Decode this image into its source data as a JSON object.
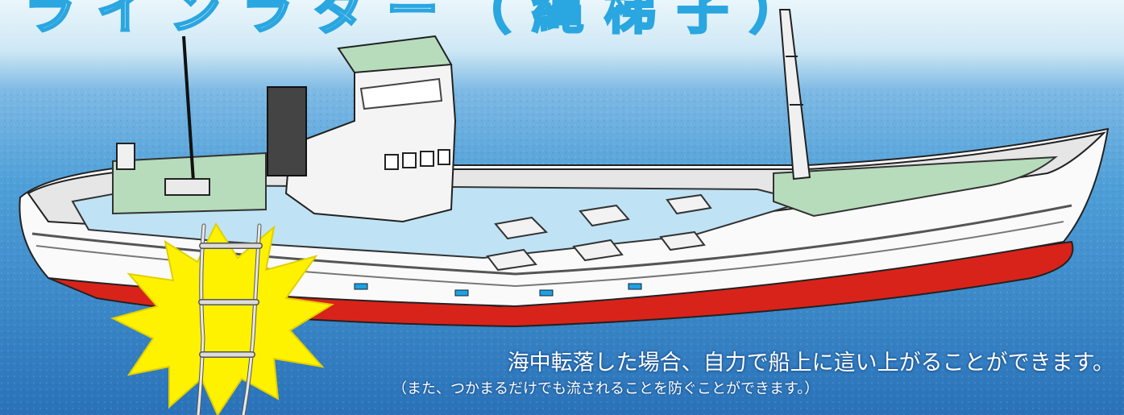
{
  "title": "ラインラダー（縄梯子）",
  "caption": "海中転落した場合、自力で船上に這い上がることができます。",
  "sub_caption": "（また、つかまるだけでも流されることを防ぐことができます。）",
  "colors": {
    "sky_top": "#eaf6fb",
    "sea_mid": "#4e9fd8",
    "sea_deep": "#2a72b8",
    "hull_white": "#fafafa",
    "hull_red": "#d8231a",
    "deck_green": "#b7dcbc",
    "deck_blue": "#bfe3f5",
    "burst_yellow": "#fff200",
    "title_outline": "#2aa6e0"
  },
  "icons": [
    "fishing-boat-illustration",
    "starburst-icon",
    "rope-ladder-icon"
  ]
}
